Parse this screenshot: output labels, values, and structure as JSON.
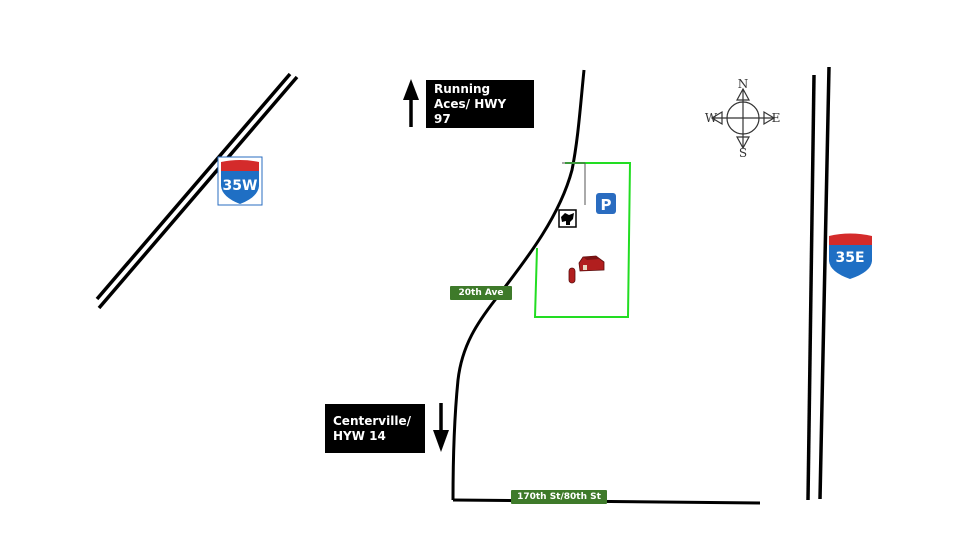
{
  "labels": {
    "north_destination": "Running\nAces/ HWY 97",
    "south_destination": "Centerville/\nHYW 14"
  },
  "roads": {
    "avenue": "20th Ave",
    "street": "170th St/80th St"
  },
  "interstates": {
    "west": "35W",
    "east": "35E"
  },
  "compass": {
    "north": "N",
    "south": "S",
    "east": "E",
    "west": "W"
  },
  "parking_sign": "P",
  "colors": {
    "road": "#000000",
    "property_boundary": "#22dd22",
    "road_tag": "#3e7a2a",
    "shield_blue": "#1f6fc4",
    "shield_red": "#d42b2b",
    "parking_blue": "#2a6cc0",
    "barn_red": "#b11e1e"
  }
}
